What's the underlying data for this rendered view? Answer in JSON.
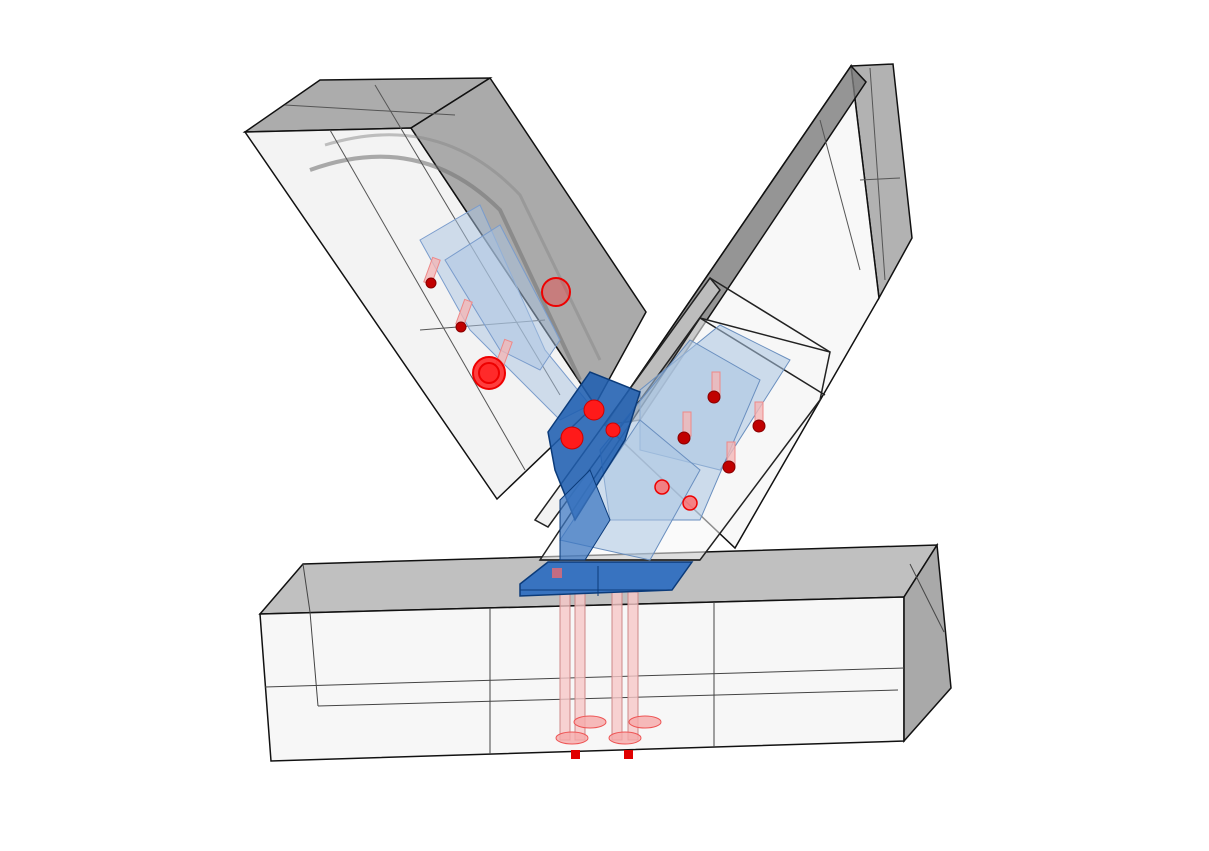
{
  "view": {
    "background": "#ffffff",
    "colors": {
      "timber_top": "#a9a9a9",
      "timber_side": "#d9d9d9",
      "timber_face": "#f3f3f3",
      "edge": "#111111",
      "steel": "#1f5fb0",
      "steel_light": "#a9c4e2",
      "fastener": "#e00000",
      "fastener_light": "#f3b7b7"
    },
    "icons": [
      "left-diagonal-beam",
      "right-diagonal-beam",
      "horizontal-beam",
      "steel-connector",
      "dowel-fasteners",
      "anchor-bolts"
    ]
  }
}
